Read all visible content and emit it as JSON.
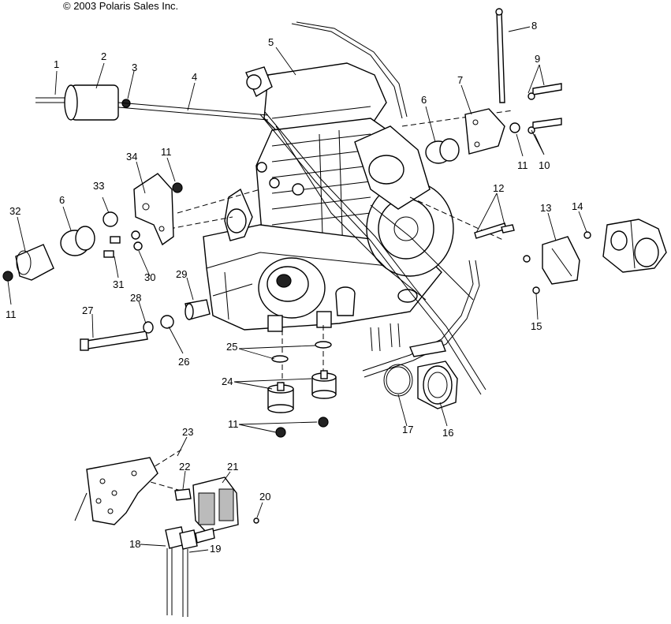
{
  "copyright": "© 2003 Polaris Sales Inc.",
  "callouts": {
    "c1": "1",
    "c2": "2",
    "c3": "3",
    "c4": "4",
    "c5": "5",
    "c6a": "6",
    "c6b": "6",
    "c7": "7",
    "c8": "8",
    "c9": "9",
    "c10": "10",
    "c11a": "11",
    "c11b": "11",
    "c11c": "11",
    "c11d": "11",
    "c12": "12",
    "c13": "13",
    "c14": "14",
    "c15": "15",
    "c16": "16",
    "c17": "17",
    "c18": "18",
    "c19": "19",
    "c20": "20",
    "c21": "21",
    "c22": "22",
    "c23": "23",
    "c24": "24",
    "c25": "25",
    "c26": "26",
    "c27": "27",
    "c28": "28",
    "c29": "29",
    "c30": "30",
    "c31": "31",
    "c32": "32",
    "c33": "33",
    "c34": "34"
  }
}
